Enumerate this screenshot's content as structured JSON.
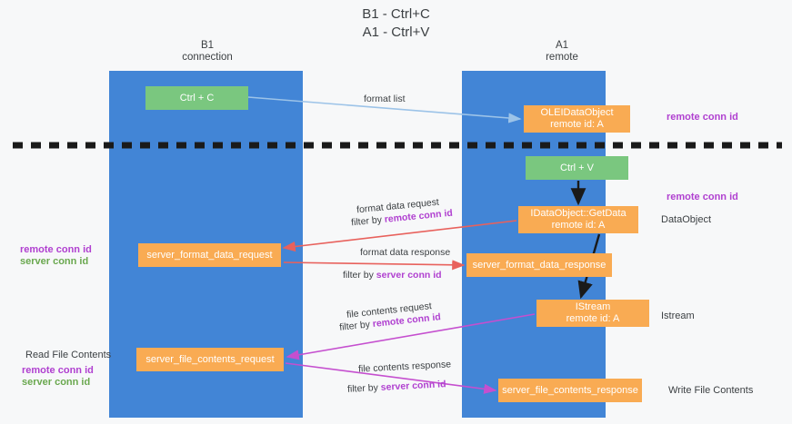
{
  "title": "B1 - Ctrl+C\nA1 - Ctrl+V",
  "lanes": [
    {
      "name": "b1",
      "heading": "B1\nconnection",
      "color": "#4285d6"
    },
    {
      "name": "a1",
      "heading": "A1\nremote",
      "color": "#4285d6"
    }
  ],
  "boxes": {
    "ctrl_c": "Ctrl + C",
    "ole_dataobject": "OLEIDataObject\nremote id: A",
    "ctrl_v": "Ctrl + V",
    "getdata": "IDataObject::GetData\nremote id: A",
    "server_format_data_request": "server_format_data_request",
    "server_format_data_response": "server_format_data_response",
    "istream": "IStream\nremote id: A",
    "server_file_contents_request": "server_file_contents_request",
    "server_file_contents_response": "server_file_contents_response"
  },
  "right_labels": {
    "remote_conn_id_top": "remote conn id",
    "remote_conn_id_mid": "remote conn id",
    "dataobject": "DataObject",
    "istream": "Istream",
    "write_file_contents": "Write File Contents"
  },
  "left_labels": {
    "remote_conn_id_mid": "remote conn id",
    "server_conn_id_mid": "server conn id",
    "read_file_contents": "Read File Contents",
    "remote_conn_id_bottom": "remote conn id",
    "server_conn_id_bottom": "server conn id"
  },
  "edges": {
    "format_list": "format list",
    "format_data_request": "format data request",
    "format_data_request_filter_pre": "filter by ",
    "format_data_request_filter_key": "remote conn id",
    "format_data_response": "format data response",
    "format_data_response_filter_pre": "filter by ",
    "format_data_response_filter_key": "server conn id",
    "file_contents_request": "file contents request",
    "file_contents_request_filter_pre": "filter by ",
    "file_contents_request_filter_key": "remote conn id",
    "file_contents_response": "file contents response",
    "file_contents_response_filter_pre": "filter by ",
    "file_contents_response_filter_key": "server conn id"
  },
  "colors": {
    "lane": "#4285d6",
    "box_orange": "#f9ab53",
    "box_green": "#7ac77f",
    "accent_purple": "#b040d0",
    "accent_green": "#6aa84f",
    "arrow_red": "#e8615c",
    "arrow_blue": "#9cc3e8",
    "arrow_magenta": "#c54fcf",
    "arrow_black": "#1a1a1a",
    "divider": "#1a1a1a",
    "background": "#f7f8f9"
  }
}
